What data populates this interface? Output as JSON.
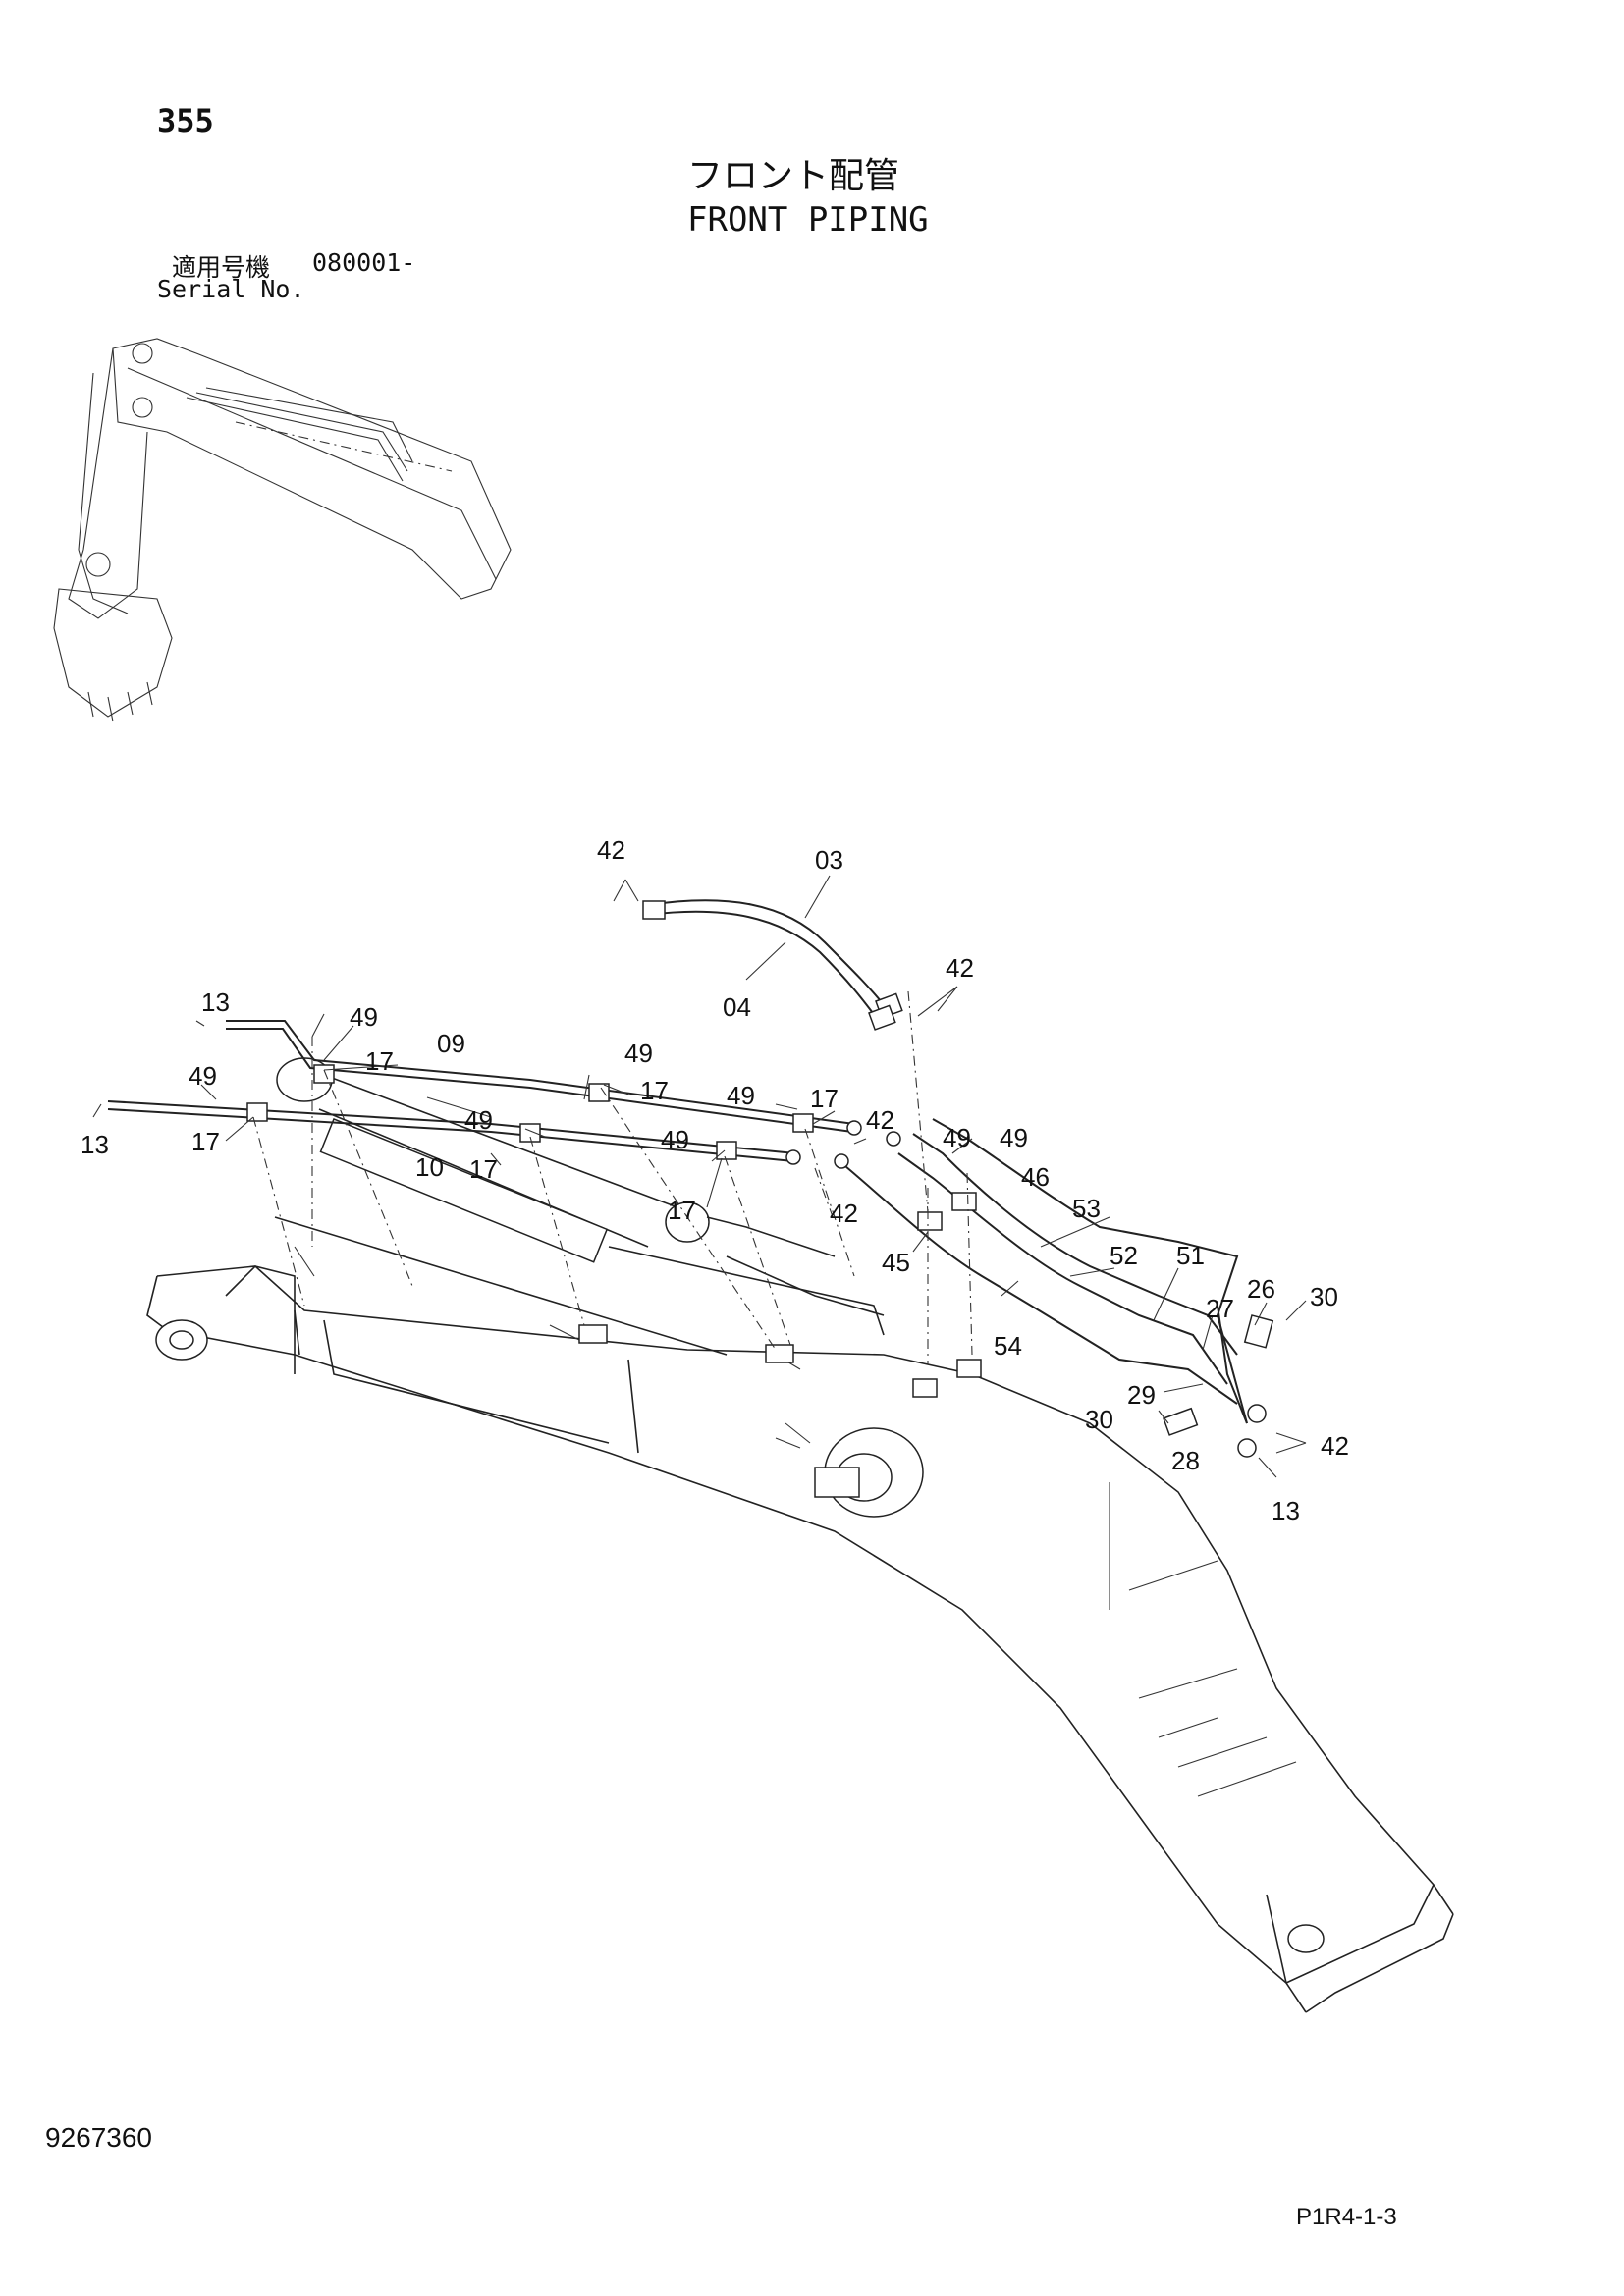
{
  "header": {
    "page_number": "355",
    "title_jp": "フロント配管",
    "title_en": "FRONT PIPING",
    "serial_label_jp": "適用号機",
    "serial_value": "080001-",
    "serial_label_en": "Serial No."
  },
  "footer": {
    "doc_number": "9267360",
    "page_code": "P1R4-1-3"
  },
  "callouts": [
    "42",
    "03",
    "42",
    "04",
    "13",
    "49",
    "09",
    "17",
    "49",
    "49",
    "17",
    "13",
    "49",
    "17",
    "49",
    "17",
    "10",
    "49",
    "17",
    "42",
    "49",
    "49",
    "46",
    "17",
    "42",
    "45",
    "53",
    "52",
    "51",
    "26",
    "30",
    "54",
    "27",
    "29",
    "30",
    "28",
    "42",
    "13"
  ]
}
